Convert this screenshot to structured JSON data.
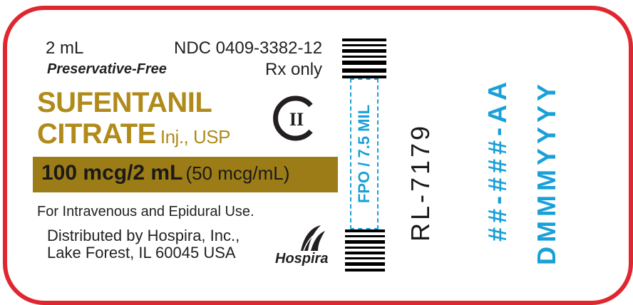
{
  "label": {
    "volume": "2 mL",
    "ndc": "NDC 0409-3382-12",
    "preservative": "Preservative-Free",
    "rx": "Rx only",
    "drug_line1": "SUFENTANIL",
    "drug_line2": "CITRATE",
    "drug_suffix": "Inj., USP",
    "strength": "100 mcg/2 mL",
    "concentration": "(50 mcg/mL)",
    "use": "For Intravenous and Epidural Use.",
    "distributor_line1": "Distributed by Hospira, Inc.,",
    "distributor_line2": "Lake Forest, IL 60045 USA",
    "schedule_symbol": "II",
    "company": "Hospira",
    "fpo": "FPO / 7.5 MIL",
    "code": "RL-7179",
    "lot_placeholder": "##-###-AA",
    "expiry_placeholder": "DMMMYYYY"
  },
  "colors": {
    "border": "#e0262e",
    "gold_text": "#b08b1a",
    "gold_band": "#9c7c16",
    "blue": "#1aa0d8"
  }
}
